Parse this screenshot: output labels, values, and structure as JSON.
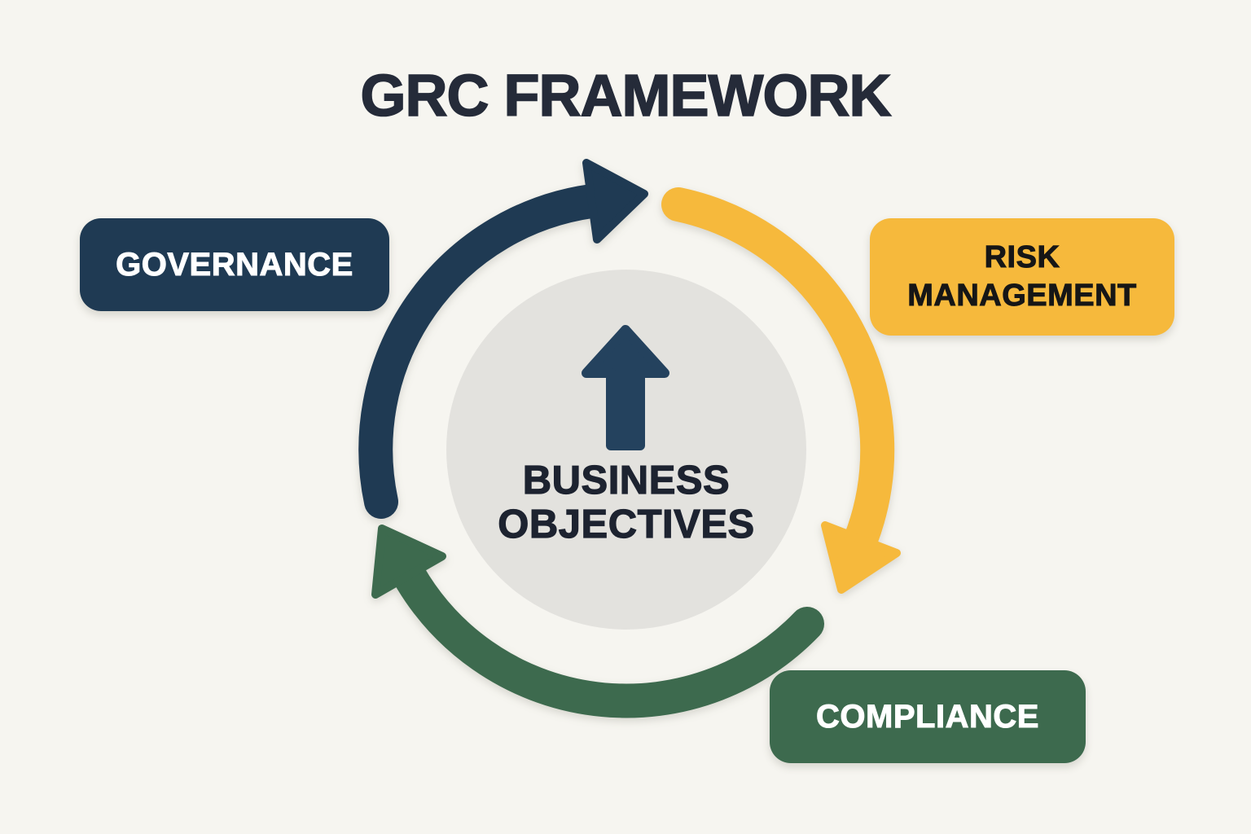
{
  "title": "GRC FRAMEWORK",
  "colors": {
    "background": "#F6F5F0",
    "title_text": "#252B39",
    "navy": "#1F3A53",
    "yellow": "#F6B93C",
    "green": "#3D6A4E",
    "circle_gray": "#E3E2DE",
    "center_text": "#1D2330",
    "center_arrow": "#24425E",
    "box_text_light": "#FFFFFF",
    "box_text_dark": "#161616"
  },
  "boxes": {
    "governance": {
      "label": "GOVERNANCE"
    },
    "risk_management": {
      "label": "RISK MANAGEMENT",
      "lines": [
        "RISK",
        "MANAGEMENT"
      ]
    },
    "compliance": {
      "label": "COMPLIANCE"
    }
  },
  "center": {
    "label": "BUSINESS OBJECTIVES",
    "lines": [
      "BUSINESS",
      "OBJECTIVES"
    ],
    "icon": "up-arrow"
  },
  "cycle": {
    "direction": "clockwise",
    "segments": [
      {
        "label": "Governance",
        "color": "#1F3A53",
        "position": "top-left"
      },
      {
        "label": "Risk Management",
        "color": "#F6B93C",
        "position": "right"
      },
      {
        "label": "Compliance",
        "color": "#3D6A4E",
        "position": "bottom"
      }
    ]
  }
}
